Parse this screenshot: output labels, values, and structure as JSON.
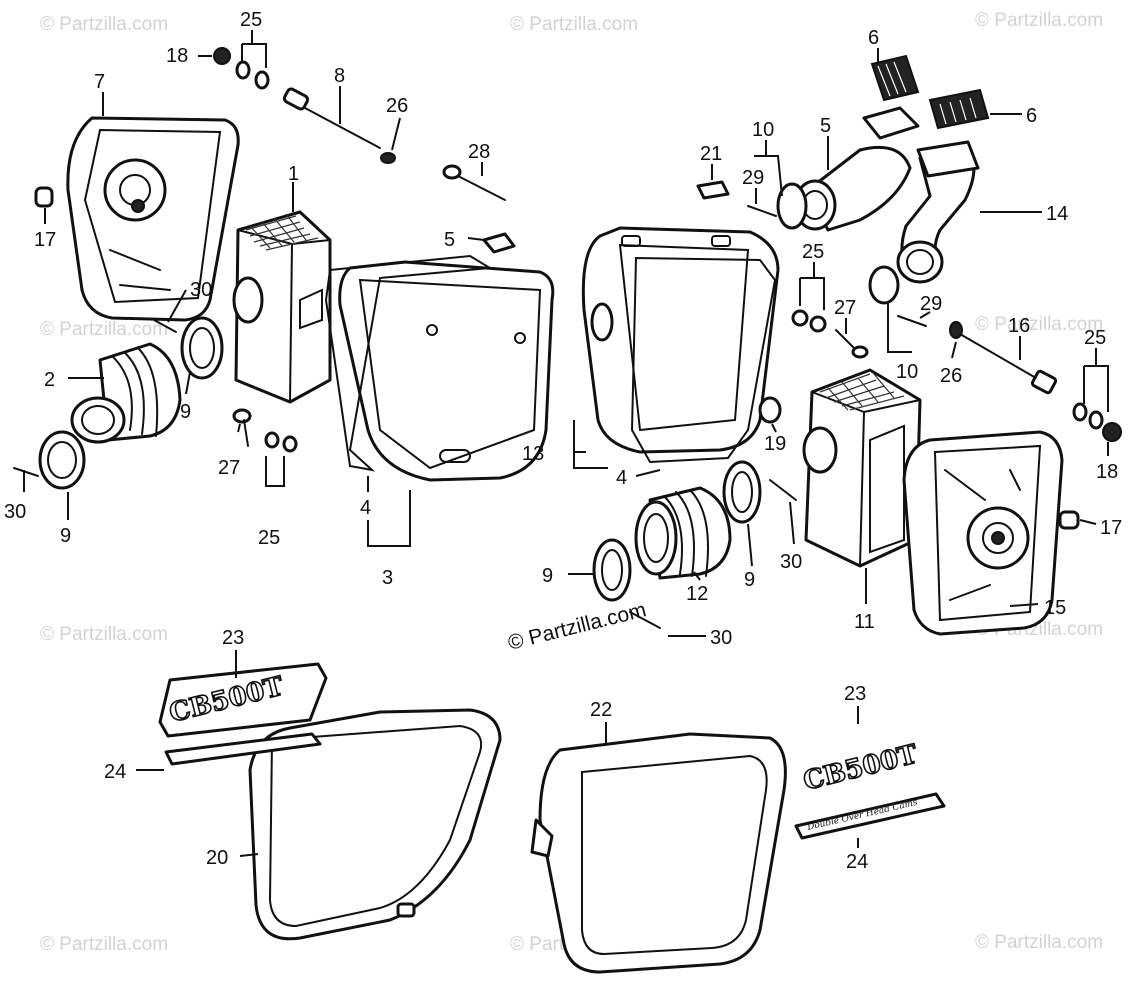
{
  "watermark": {
    "text": "© Partzilla.com",
    "center_text": "© Partzilla.com"
  },
  "callouts": {
    "c1": "1",
    "c2": "2",
    "c3": "3",
    "c4a": "4",
    "c4b": "4",
    "c5a": "5",
    "c5b": "5",
    "c6a": "6",
    "c6b": "6",
    "c7": "7",
    "c8": "8",
    "c9a": "9",
    "c9b": "9",
    "c9c": "9",
    "c9d": "9",
    "c10a": "10",
    "c10b": "10",
    "c11": "11",
    "c12": "12",
    "c13": "13",
    "c14": "14",
    "c15": "15",
    "c16": "16",
    "c17a": "17",
    "c17b": "17",
    "c18a": "18",
    "c18b": "18",
    "c19": "19",
    "c20": "20",
    "c21": "21",
    "c22": "22",
    "c23a": "23",
    "c23b": "23",
    "c24a": "24",
    "c24b": "24",
    "c25a": "25",
    "c25b": "25",
    "c25c": "25",
    "c26a": "26",
    "c26b": "26",
    "c27a": "27",
    "c27b": "27",
    "c28": "28",
    "c29a": "29",
    "c29b": "29",
    "c30a": "30",
    "c30b": "30",
    "c30c": "30",
    "c30d": "30"
  },
  "emblems": {
    "model_left": "CB500T",
    "model_right": "CB500T",
    "script_right": "Double Over Head Cams"
  }
}
